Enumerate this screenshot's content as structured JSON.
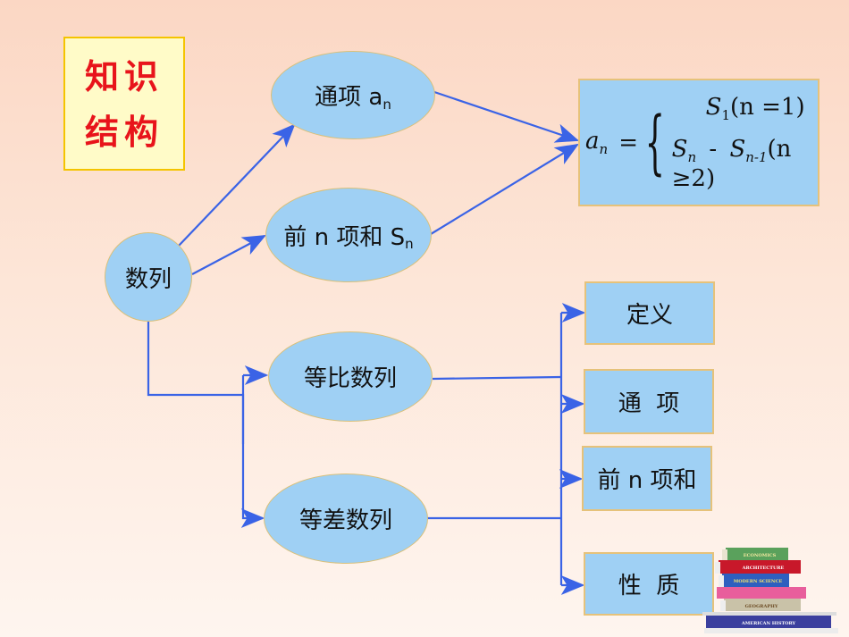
{
  "title": {
    "line1": "知识",
    "line2": "结构"
  },
  "nodes": {
    "root": "数列",
    "general_term": {
      "text": "通项 a",
      "sub": "n"
    },
    "partial_sum": {
      "text": "前 n 项和 S",
      "sub": "n"
    },
    "geometric": "等比数列",
    "arithmetic": "等差数列",
    "definition": "定义",
    "term": "通  项",
    "sum": "前 n 项和",
    "property": "性  质"
  },
  "formula": {
    "lhs_var": "a",
    "lhs_sub": "n",
    "eq": "=",
    "case1": {
      "var": "S",
      "sub": "1",
      "cond": "(n =1)"
    },
    "case2": {
      "var1": "S",
      "sub1": "n",
      "minus": "-",
      "var2": "S",
      "sub2": "n-1",
      "cond": "(n ≥2)"
    }
  },
  "book_spines": [
    "ECONOMICS",
    "ARCHITECTURE",
    "MODERN SCIENCE",
    "GEOGRAPHY",
    "AMERICAN HISTORY"
  ],
  "colors": {
    "node_fill": "#9fd0f4",
    "arrow": "#3a63e6",
    "title_text": "#e8141b",
    "title_bg": "#fffbc8"
  }
}
